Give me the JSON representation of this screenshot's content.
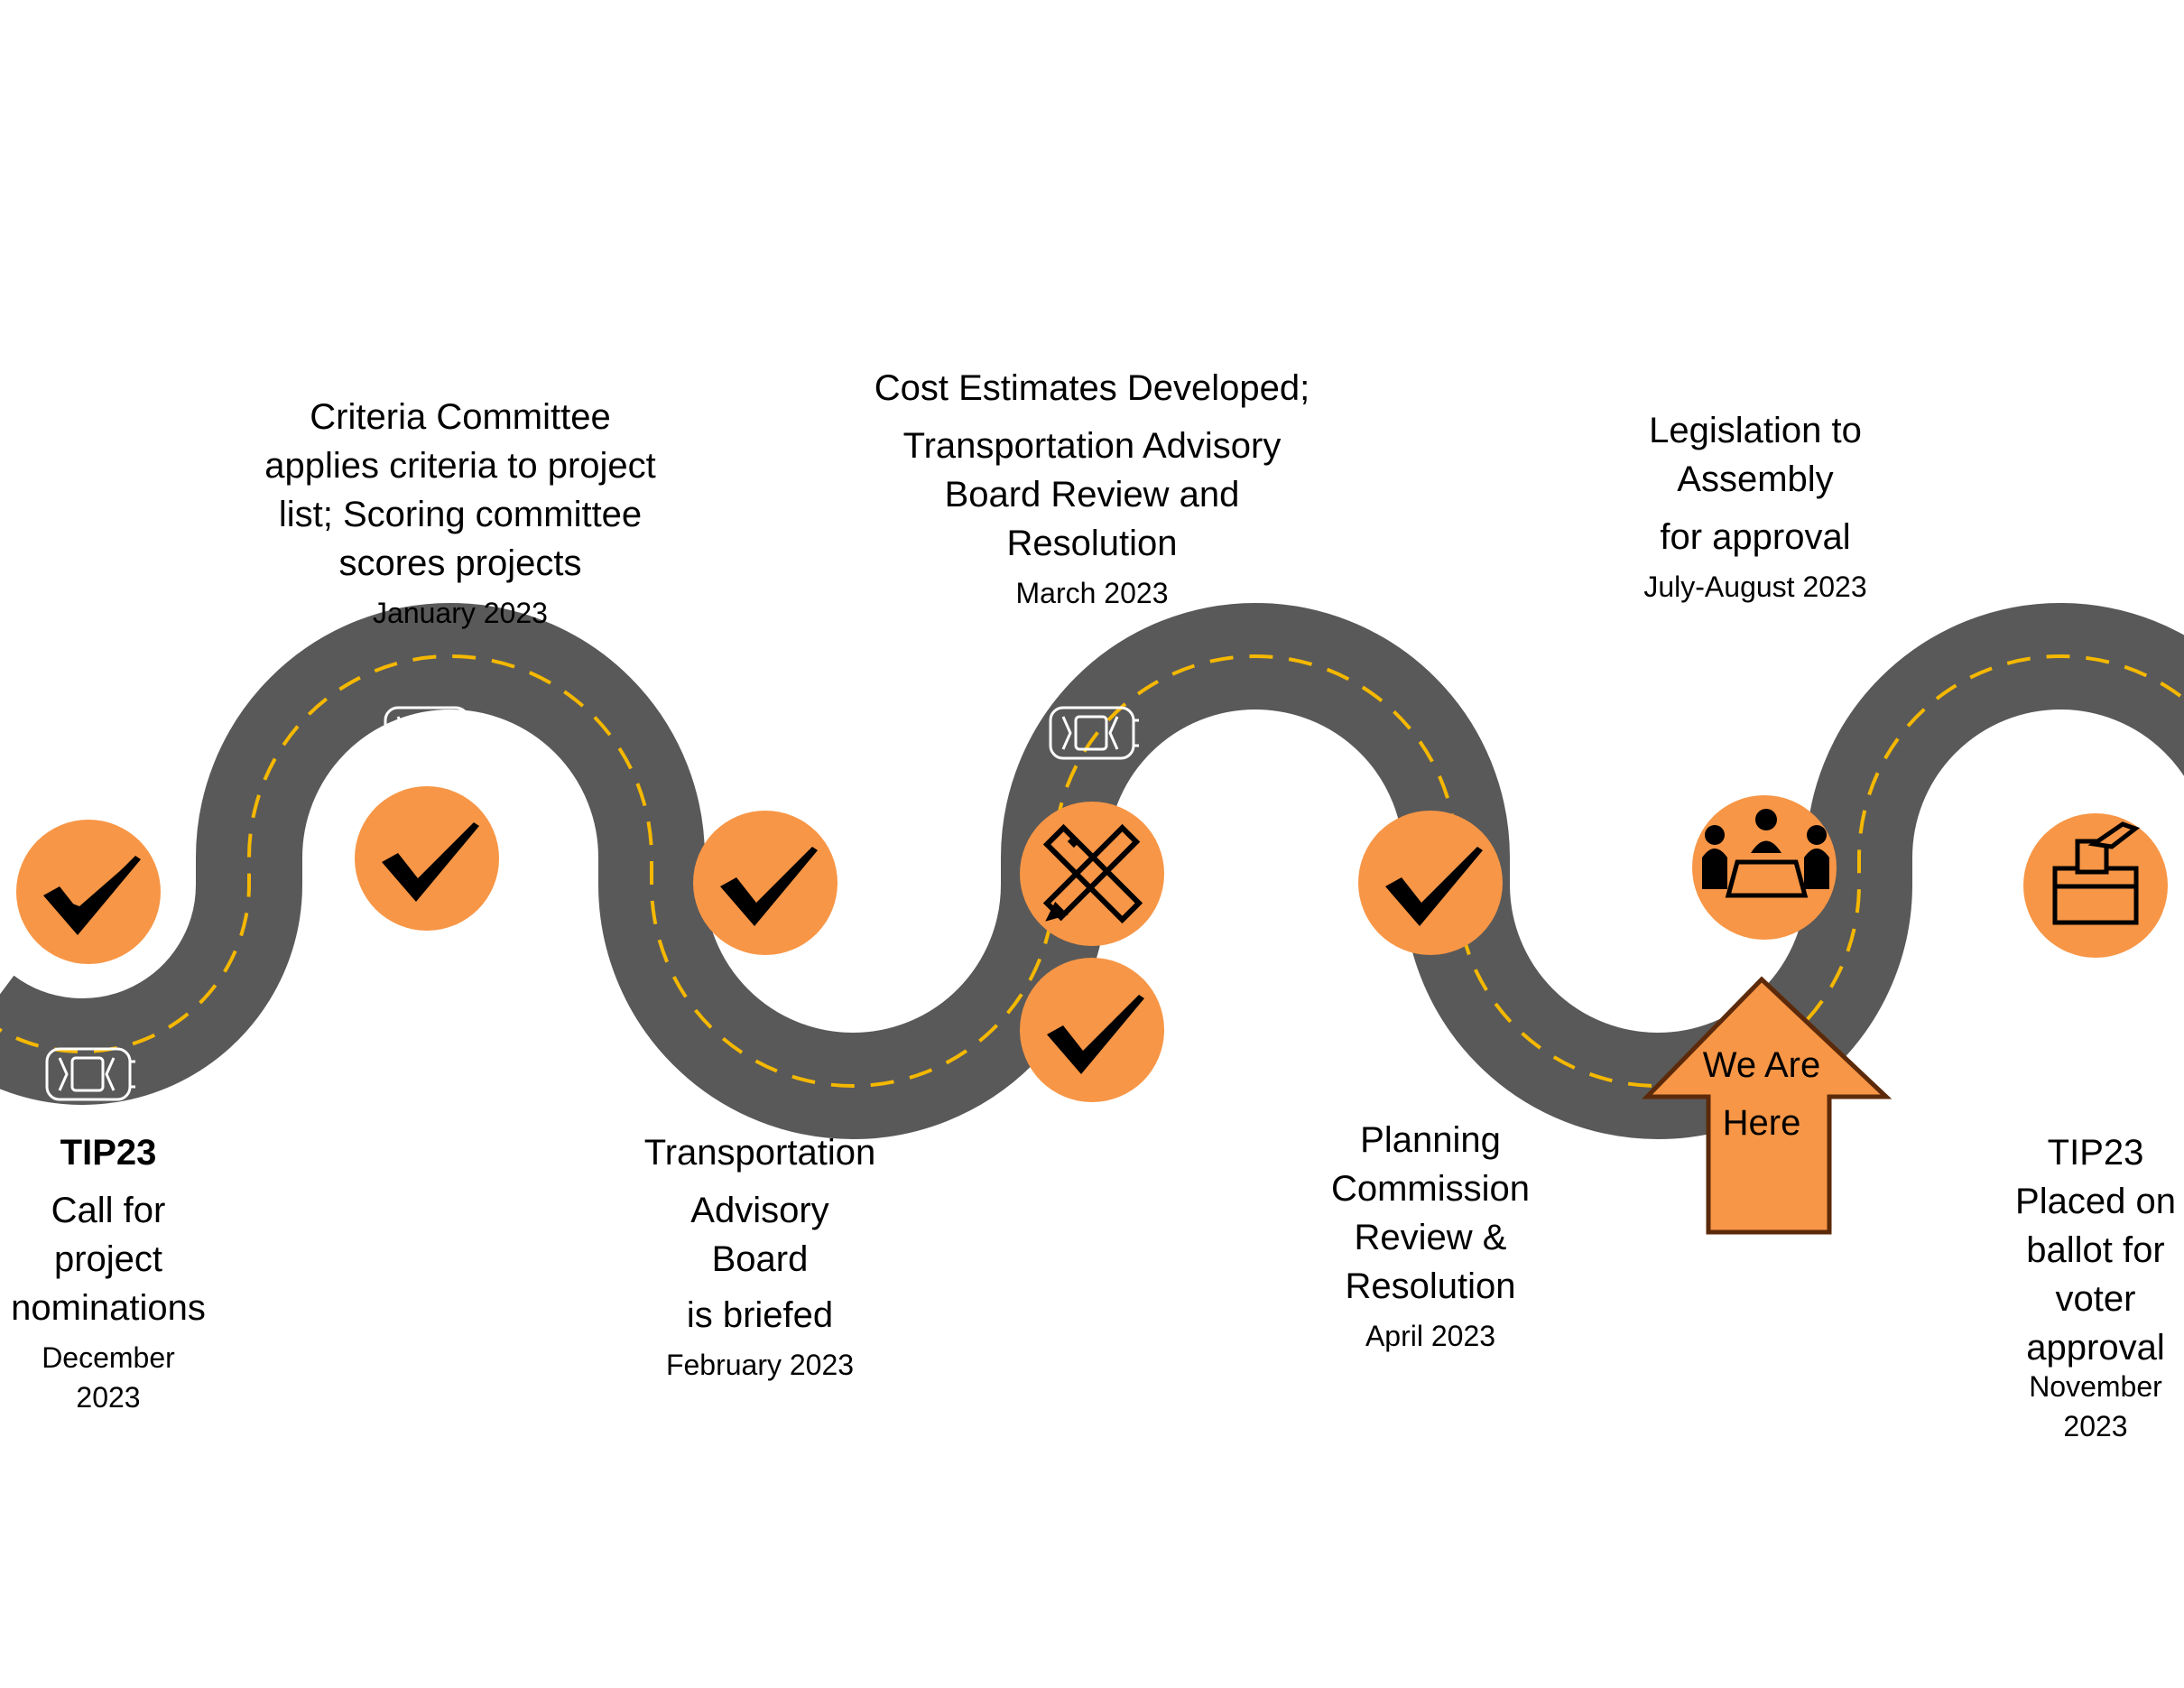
{
  "milestones": [
    {
      "id": "dec",
      "lines": [
        "TIP23",
        "Call for",
        "project",
        "nominations"
      ],
      "date": "December 2023",
      "date_lines": [
        "December",
        "2023"
      ],
      "status": "complete",
      "icon": "check-icon"
    },
    {
      "id": "jan",
      "lines": [
        "Criteria Committee",
        "applies criteria to project",
        "list; Scoring committee",
        "scores projects"
      ],
      "date": "January 2023",
      "status": "complete",
      "icon": "check-icon"
    },
    {
      "id": "feb",
      "lines": [
        "Transportation",
        "Advisory",
        "Board",
        "is briefed"
      ],
      "date": "February 2023",
      "status": "complete",
      "icon": "check-icon"
    },
    {
      "id": "mar",
      "lines": [
        "Cost Estimates Developed;",
        "Transportation Advisory",
        "Board Review and",
        "Resolution"
      ],
      "date": "March 2023",
      "status": "complete",
      "icon": "pencil-ruler-icon"
    },
    {
      "id": "apr",
      "lines": [
        "Planning",
        "Commission",
        "Review &",
        "Resolution"
      ],
      "date": "April 2023",
      "status": "complete",
      "icon": "check-icon"
    },
    {
      "id": "jul",
      "lines": [
        "Legislation to",
        "Assembly",
        "for approval"
      ],
      "date": "July-August 2023",
      "status": "current",
      "icon": "meeting-icon"
    },
    {
      "id": "nov",
      "lines": [
        "TIP23",
        "Placed on",
        "ballot for",
        "voter",
        "approval"
      ],
      "date": "November 2023",
      "date_lines": [
        "November",
        "2023"
      ],
      "status": "upcoming",
      "icon": "ballot-box-icon"
    }
  ],
  "marker": {
    "lines": [
      "We Are",
      "Here"
    ]
  },
  "colors": {
    "road": "#595959",
    "lane": "#F5B800",
    "circle": "#F79646",
    "arrow_fill": "#F79646",
    "arrow_stroke": "#5C2A0A",
    "car": "#ffffff",
    "icon": "#000000"
  }
}
